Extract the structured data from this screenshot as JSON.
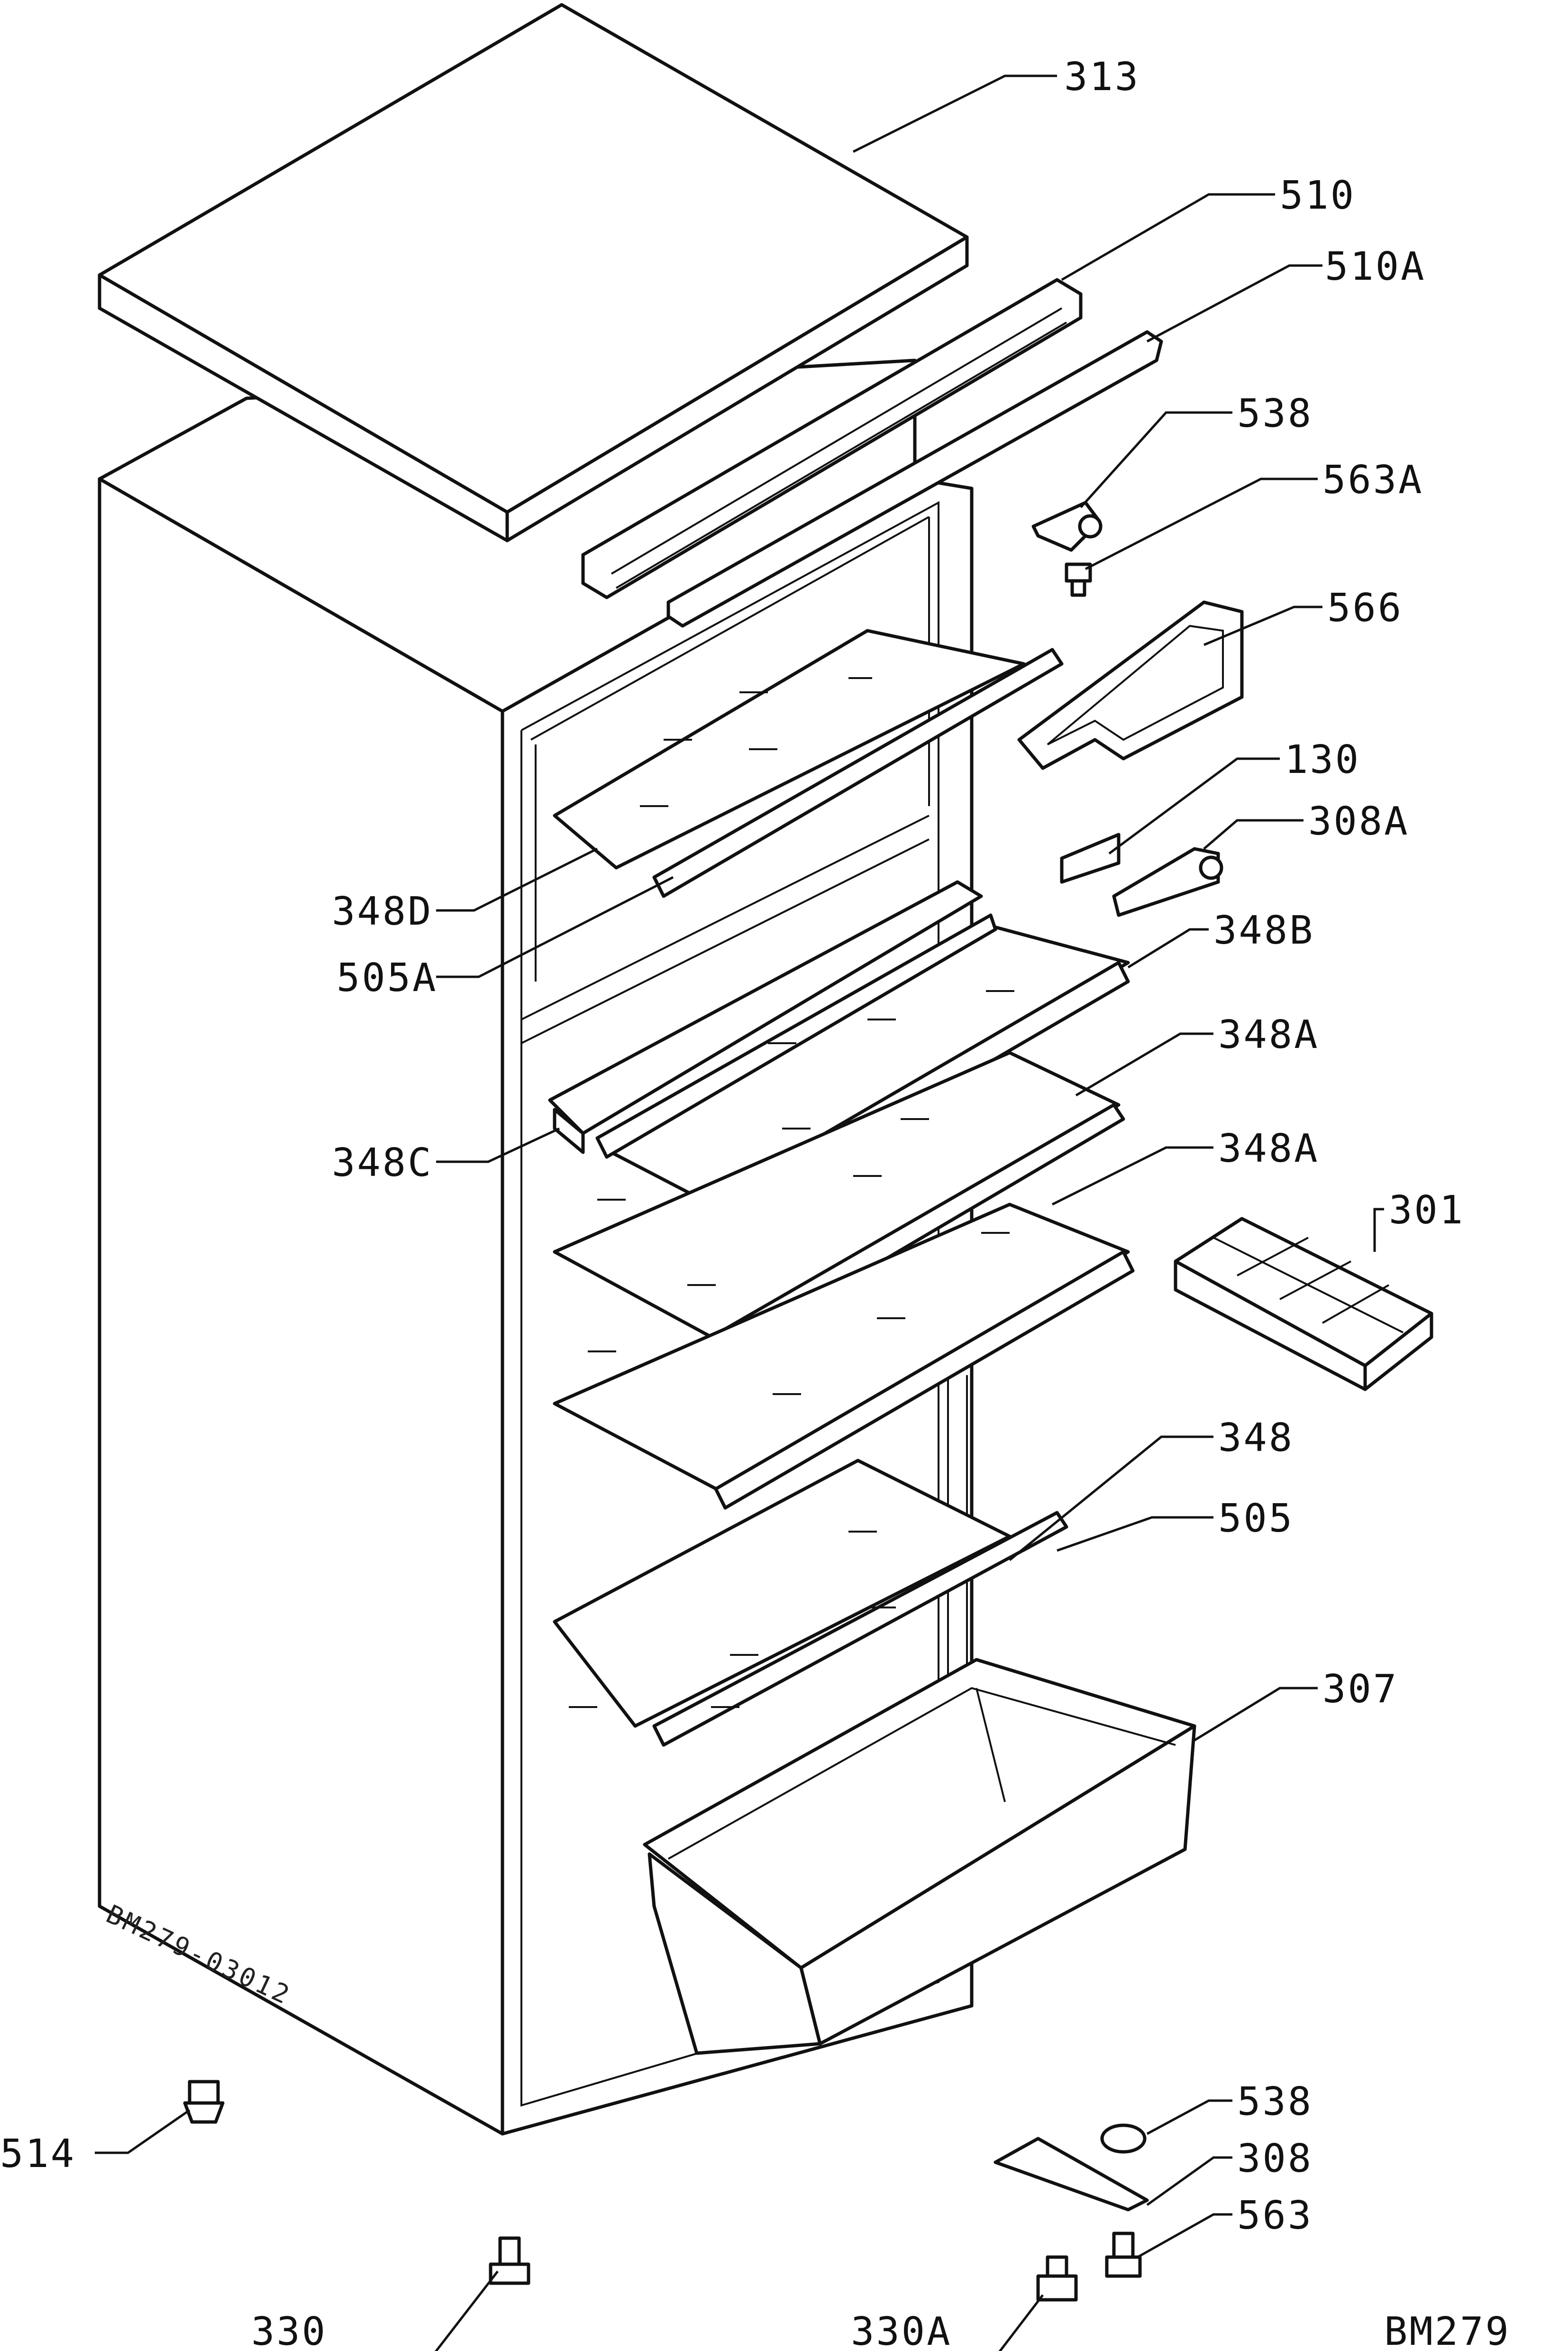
{
  "drawing_code": "BM279",
  "stamp_text": "BM279-03012",
  "parts": [
    {
      "id": "313"
    },
    {
      "id": "510"
    },
    {
      "id": "510A"
    },
    {
      "id": "538"
    },
    {
      "id": "563A"
    },
    {
      "id": "566"
    },
    {
      "id": "130"
    },
    {
      "id": "308A"
    },
    {
      "id": "348D"
    },
    {
      "id": "505A"
    },
    {
      "id": "348B"
    },
    {
      "id": "348A"
    },
    {
      "id": "348C"
    },
    {
      "id": "348A"
    },
    {
      "id": "301"
    },
    {
      "id": "348"
    },
    {
      "id": "505"
    },
    {
      "id": "307"
    },
    {
      "id": "514"
    },
    {
      "id": "538"
    },
    {
      "id": "308"
    },
    {
      "id": "563"
    },
    {
      "id": "330"
    },
    {
      "id": "330A"
    }
  ]
}
